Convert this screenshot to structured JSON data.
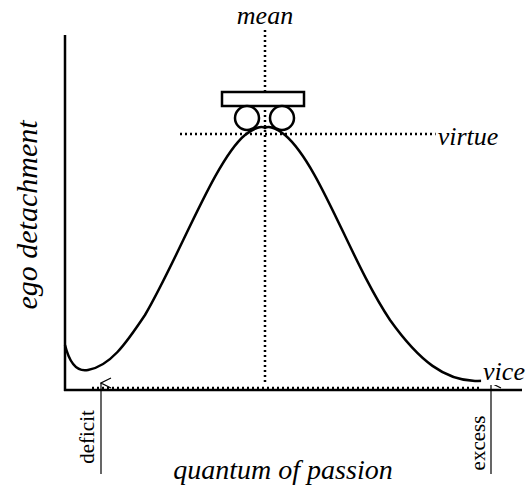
{
  "diagram": {
    "labels": [
      "mean",
      "virtue",
      "ego detachment",
      "vice",
      "deficit",
      "quantum of passion",
      "excess"
    ]
  }
}
